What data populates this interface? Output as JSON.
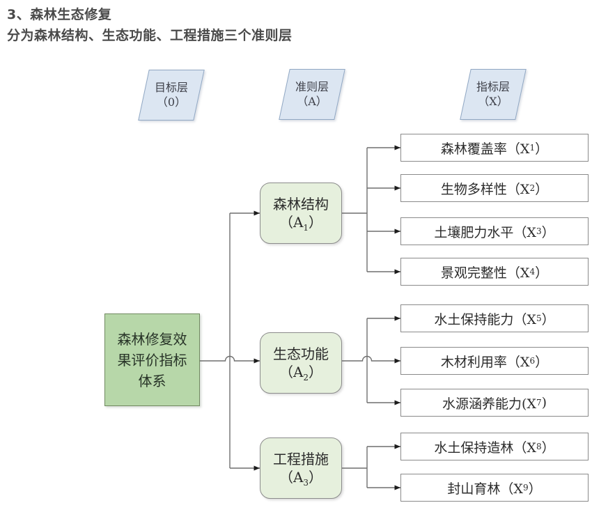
{
  "page": {
    "title_line1": "3、森林生态修复",
    "title_line2": "分为森林结构、生态功能、工程措施三个准则层"
  },
  "diagram": {
    "layer_headers": [
      {
        "line1": "目标层",
        "line2": "（0）"
      },
      {
        "line1": "准则层",
        "line2": "（A）"
      },
      {
        "line1": "指标层",
        "line2": "（X）"
      }
    ],
    "root": {
      "line1": "森林修复效",
      "line2": "果评价指标",
      "line3": "体系"
    },
    "criteria": [
      {
        "name": "森林结构",
        "code_pre": "（A",
        "code_sub": "1",
        "code_post": "）"
      },
      {
        "name": "生态功能",
        "code_pre": "（A",
        "code_sub": "2",
        "code_post": "）"
      },
      {
        "name": "工程措施",
        "code_pre": "（A",
        "code_sub": "3",
        "code_post": "）"
      }
    ],
    "indicators": [
      {
        "pre": "森林覆盖率（X",
        "sub": "1",
        "post": "）"
      },
      {
        "pre": "生物多样性（X",
        "sub": "2",
        "post": "）"
      },
      {
        "pre": "土壤肥力水平（X",
        "sub": "3",
        "post": "）"
      },
      {
        "pre": "景观完整性（X",
        "sub": "4",
        "post": "）"
      },
      {
        "pre": "水土保持能力（X",
        "sub": "5",
        "post": "）"
      },
      {
        "pre": "木材利用率（X",
        "sub": "6",
        "post": "）"
      },
      {
        "pre": "水源涵养能力(X",
        "sub": "7",
        "post": ")"
      },
      {
        "pre": "水土保持造林（X",
        "sub": "8",
        "post": "）"
      },
      {
        "pre": "封山育林（X",
        "sub": "9",
        "post": "）"
      }
    ],
    "colors": {
      "header_fill": "#dce6f2",
      "header_border": "#90a7c3",
      "root_fill": "#b7d7a9",
      "root_border": "#718960",
      "criterion_fill": "#e6f0dd",
      "box_border": "#8a8a8a",
      "line": "#6e6e6e",
      "arrowhead": "#1c1c1c",
      "title_text": "#4a4a4a"
    }
  }
}
